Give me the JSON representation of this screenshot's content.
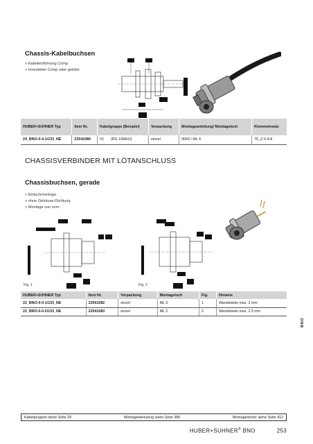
{
  "section1": {
    "title": "Chassis-Kabelbuchsen",
    "bullets": [
      "> Kabeleinführung Crimp",
      "> Innenleiter Crimp oder gelötet"
    ],
    "table": {
      "headers": [
        "HUBER+SUHNER Typ",
        "Item Nr.",
        "Kabelgruppe (Beispiel)",
        "Verpackung",
        "Montageanleitung/ Montageloch",
        "Klemmeinsatz"
      ],
      "rows": [
        [
          "24_BNO-0-4-1/133_NE",
          "22541086",
          "V1",
          "(RG 108A/U)",
          "einzel",
          "9043 / ML 4",
          "76_Z-0-4-8"
        ]
      ]
    }
  },
  "section2": {
    "title": "CHASSISVERBINDER MIT LÖTANSCHLUSS",
    "subtitle": "Chassisbuchsen, gerade",
    "bullets": [
      "> Einlochmontage",
      "> ohne Gehäuse-Dichtung",
      "> Montage von vorn"
    ],
    "fig1": "Fig. 1",
    "fig2": "Fig. 2",
    "table": {
      "headers": [
        "HUBER+SUHNER Typ",
        "Item Nr.",
        "Verpackung",
        "Montageloch",
        "Fig.",
        "Hinweis"
      ],
      "rows": [
        [
          "22_BNO-0-0-1/133_NE",
          "22541082",
          "einzel",
          "ML 3",
          "1",
          "Wandstärke max. 2 mm"
        ],
        [
          "22_BNO-0-0-2/133_NE",
          "22541083",
          "einzel",
          "ML 2",
          "2",
          "Wandstärke max. 2.5 mm"
        ]
      ]
    }
  },
  "side_tab": "BNO",
  "footer": {
    "left": "Kabelgruppen siehe Seite 28",
    "center": "Montagewerkzeug siehe Seite 385",
    "right": "Montagelöcher siehe Seite 412"
  },
  "page_footer": {
    "brand": "HUBER+SUHNER",
    "reg": "®",
    "product": "BNO",
    "page_number": "253"
  },
  "colors": {
    "header_bg": "#d4d4d4",
    "drawing_label_bg": "#111111"
  }
}
